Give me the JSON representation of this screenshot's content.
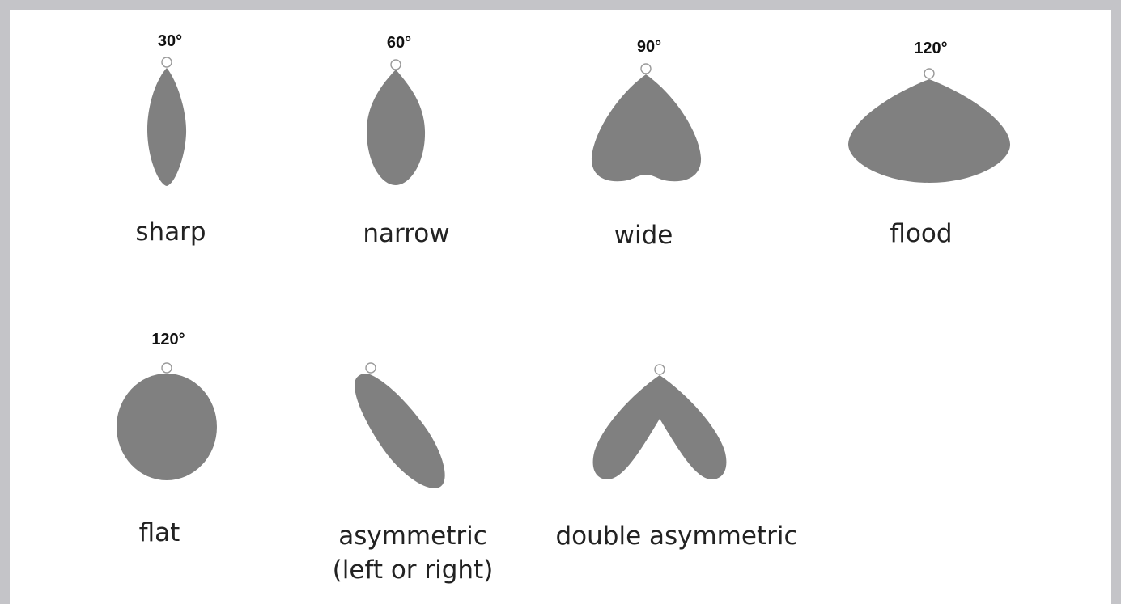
{
  "items": [
    {
      "angle": "30°",
      "label": "sharp"
    },
    {
      "angle": "60°",
      "label": "narrow"
    },
    {
      "angle": "90°",
      "label": "wide"
    },
    {
      "angle": "120°",
      "label": "flood"
    },
    {
      "angle": "120°",
      "label": "flat"
    },
    {
      "angle": "",
      "label_line1": "asymmetric",
      "label_line2": "(left or right)"
    },
    {
      "angle": "",
      "label": "double asymmetric"
    }
  ],
  "colors": {
    "lobe": "#808080",
    "frame": "#c4c4c8",
    "background": "#ffffff"
  }
}
